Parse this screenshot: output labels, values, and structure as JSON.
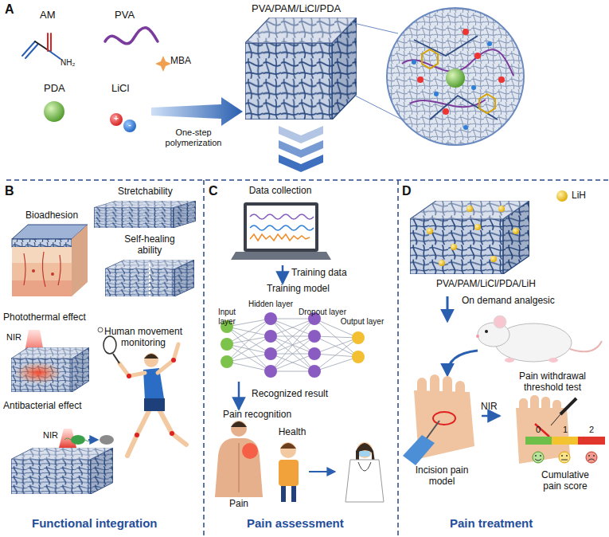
{
  "diagram": {
    "nodes": [
      {
        "text": [
          "Data collection"
        ]
      },
      {
        "text": [
          "Training model",
          "Input layer",
          "Hidden layer",
          "Dropout layer",
          "Output layer"
        ]
      },
      {
        "text": [
          "Pain recognition",
          "Pain",
          "Health"
        ]
      },
      {
        "text": [
          "Incision pain model"
        ]
      },
      {
        "text": [
          "Pain withdrawal threshold test"
        ]
      }
    ],
    "edges": [
      {
        "from": 0,
        "to": 1,
        "arrow": "to",
        "label": "Training data"
      },
      {
        "from": 1,
        "to": 2,
        "arrow": "to",
        "label": "Recognized result"
      },
      {
        "from": 3,
        "to": 4,
        "arrow": "to",
        "label": "NIR"
      }
    ],
    "labels": [
      "A",
      "AM",
      "NH₂",
      "PVA",
      "MBA",
      "PDA",
      "LiCl",
      "+",
      "-",
      "One-step polymerization",
      "PVA/PAM/LiCl/PDA",
      "B",
      "Stretchability",
      "Bioadhesion",
      "Self-healing ability",
      "Photothermal effect",
      "NIR",
      "Human movement monitoring",
      "Antibacterial effect",
      "NIR",
      "Functional integration",
      "C",
      "Pain assessment",
      "D",
      "LiH",
      "PVA/PAM/LiCl/PDA/LiH",
      "On demand analgesic",
      "0",
      "1",
      "2",
      "Cumulative pain score",
      "Pain treatment"
    ]
  }
}
